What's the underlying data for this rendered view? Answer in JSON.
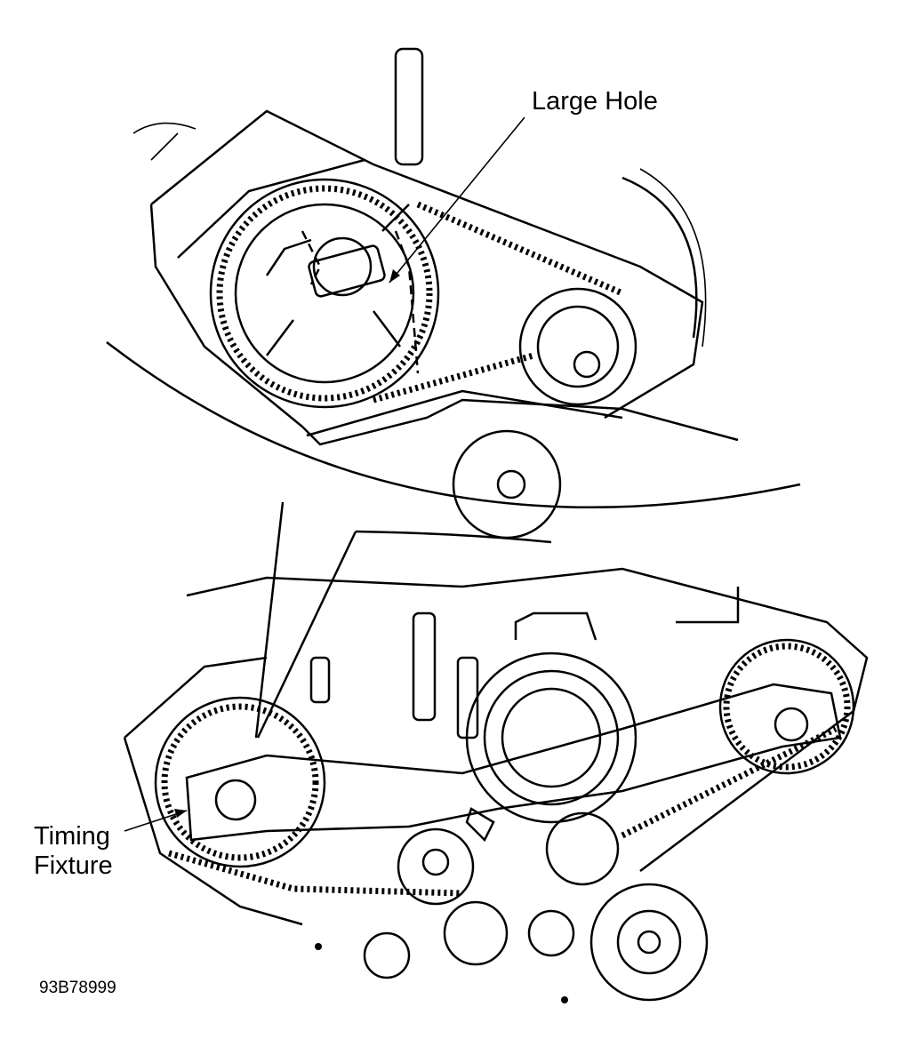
{
  "labels": {
    "large_hole": "Large Hole",
    "timing_fixture_line1": "Timing",
    "timing_fixture_line2": "Fixture",
    "figure_code": "93B78999"
  },
  "colors": {
    "ink": "#000000",
    "background": "#ffffff"
  }
}
